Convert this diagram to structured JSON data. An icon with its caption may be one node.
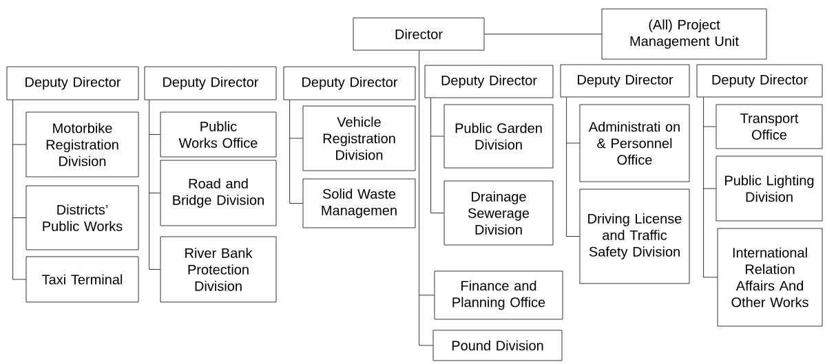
{
  "diagram": {
    "nodes": [
      {
        "text": [
          "Director"
        ]
      },
      {
        "text": [
          "(All) Project Management Unit"
        ]
      },
      {
        "text": [
          "Deputy Director"
        ]
      },
      {
        "text": [
          "Motorbike Registration Division"
        ]
      },
      {
        "text": [
          "Districts’ Public Works"
        ]
      },
      {
        "text": [
          "Taxi Terminal"
        ]
      },
      {
        "text": [
          "Deputy Director"
        ]
      },
      {
        "text": [
          "Public Works Office"
        ]
      },
      {
        "text": [
          "Road and Bridge Division"
        ]
      },
      {
        "text": [
          "River Bank Protection Division"
        ]
      },
      {
        "text": [
          "Deputy Director"
        ]
      },
      {
        "text": [
          "Vehicle Registration Division"
        ]
      },
      {
        "text": [
          "Solid Waste Managemen"
        ]
      },
      {
        "text": [
          "Deputy Director"
        ]
      },
      {
        "text": [
          "Public Garden Division"
        ]
      },
      {
        "text": [
          "Drainage Sewerage Division"
        ]
      },
      {
        "text": [
          "Deputy Director"
        ]
      },
      {
        "text": [
          "Administrati on & Personnel Office"
        ]
      },
      {
        "text": [
          "Driving License and Traffic Safety Division"
        ]
      },
      {
        "text": [
          "Deputy Director"
        ]
      },
      {
        "text": [
          "Transport Office"
        ]
      },
      {
        "text": [
          "Public Lighting Division"
        ]
      },
      {
        "text": [
          "International Relation Affairs And Other Works"
        ]
      },
      {
        "text": [
          "Finance and Planning Office"
        ]
      },
      {
        "text": [
          "Pound Division"
        ]
      }
    ],
    "edges": [
      {
        "from": 0,
        "to": 1,
        "arrow": "none"
      },
      {
        "from": 0,
        "to": 23,
        "arrow": "none"
      },
      {
        "from": 0,
        "to": 24,
        "arrow": "none"
      },
      {
        "from": 2,
        "to": 3,
        "arrow": "none"
      },
      {
        "from": 2,
        "to": 4,
        "arrow": "none"
      },
      {
        "from": 2,
        "to": 5,
        "arrow": "none"
      },
      {
        "from": 6,
        "to": 7,
        "arrow": "none"
      },
      {
        "from": 6,
        "to": 8,
        "arrow": "none"
      },
      {
        "from": 6,
        "to": 9,
        "arrow": "none"
      },
      {
        "from": 10,
        "to": 11,
        "arrow": "none"
      },
      {
        "from": 10,
        "to": 12,
        "arrow": "none"
      },
      {
        "from": 13,
        "to": 14,
        "arrow": "none"
      },
      {
        "from": 13,
        "to": 15,
        "arrow": "none"
      },
      {
        "from": 16,
        "to": 17,
        "arrow": "none"
      },
      {
        "from": 16,
        "to": 18,
        "arrow": "none"
      },
      {
        "from": 19,
        "to": 20,
        "arrow": "none"
      },
      {
        "from": 19,
        "to": 21,
        "arrow": "none"
      },
      {
        "from": 19,
        "to": 22,
        "arrow": "none"
      }
    ]
  }
}
